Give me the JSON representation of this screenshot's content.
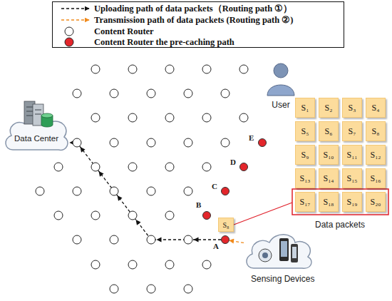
{
  "diagram": {
    "nodes": [
      {
        "text": [
          "Data Center"
        ]
      },
      {
        "text": [
          "User"
        ]
      },
      {
        "text": [
          "S₁"
        ]
      },
      {
        "text": [
          "S₂"
        ]
      },
      {
        "text": [
          "S₃"
        ]
      },
      {
        "text": [
          "S₄"
        ]
      },
      {
        "text": [
          "S₅"
        ]
      },
      {
        "text": [
          "S₆"
        ]
      },
      {
        "text": [
          "S₇"
        ]
      },
      {
        "text": [
          "S₈"
        ]
      },
      {
        "text": [
          "S₉"
        ]
      },
      {
        "text": [
          "S₁₀"
        ]
      },
      {
        "text": [
          "S₁₁"
        ]
      },
      {
        "text": [
          "S₁₂"
        ]
      },
      {
        "text": [
          "S₁₃"
        ]
      },
      {
        "text": [
          "S₁₄"
        ]
      },
      {
        "text": [
          "S₁₅"
        ]
      },
      {
        "text": [
          "S₁₆"
        ]
      },
      {
        "text": [
          "S₁₇"
        ]
      },
      {
        "text": [
          "S₁₈"
        ]
      },
      {
        "text": [
          "S₁₉"
        ]
      },
      {
        "text": [
          "S₂₀"
        ]
      },
      {
        "text": [
          "E"
        ]
      },
      {
        "text": [
          "D"
        ]
      },
      {
        "text": [
          "C"
        ]
      },
      {
        "text": [
          "B"
        ]
      },
      {
        "text": [
          "S₈"
        ]
      },
      {
        "text": [
          "A"
        ]
      },
      {
        "text": [
          "Sensing Devices"
        ]
      }
    ],
    "edges": [
      {
        "from": 27,
        "to": 0,
        "arrow": "to"
      },
      {
        "from": 28,
        "to": 27,
        "arrow": "to"
      }
    ],
    "labels": [
      "Data packets"
    ],
    "legend": [
      {
        "text": "Uploading path of data packets（Routing path ①）"
      },
      {
        "text": "Transmission path of data packets (Routing path ②)"
      },
      {
        "text": "Content Router"
      },
      {
        "text": "Content Router the pre-caching path"
      }
    ]
  }
}
